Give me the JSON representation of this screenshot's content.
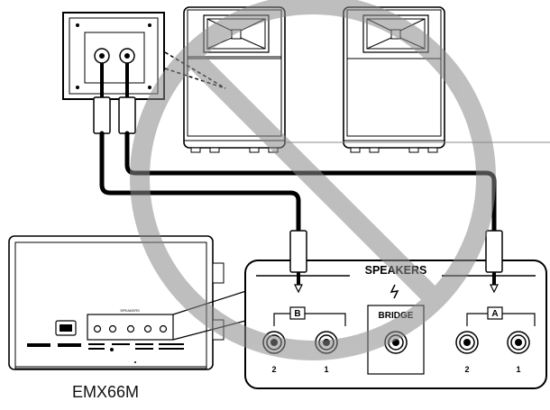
{
  "diagram": {
    "model_label": "EMX66M",
    "panel": {
      "title": "SPEAKERS",
      "center_label": "BRIDGE",
      "left_group": "B",
      "right_group": "A",
      "jack_numbers": [
        "2",
        "1",
        "2",
        "1"
      ]
    },
    "amp_panel_text": "SPEAKERS"
  }
}
